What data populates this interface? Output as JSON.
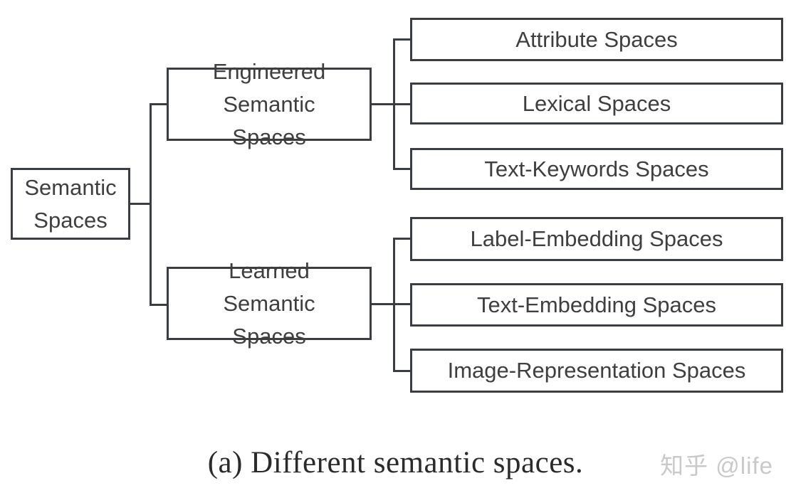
{
  "diagram": {
    "root": "Semantic Spaces",
    "groups": [
      {
        "parent": "Engineered Semantic Spaces",
        "children": [
          "Attribute Spaces",
          "Lexical Spaces",
          "Text-Keywords Spaces"
        ]
      },
      {
        "parent": "Learned Semantic Spaces",
        "children": [
          "Label-Embedding Spaces",
          "Text-Embedding Spaces",
          "Image-Representation Spaces"
        ]
      }
    ]
  },
  "caption": "(a) Different semantic spaces.",
  "watermark": "知乎 @life",
  "colors": {
    "line": "#3a3d42",
    "box_text": "#3f3f3f",
    "caption_text": "#2b2b2b",
    "watermark_text": "#c9c9c9",
    "background": "#ffffff"
  }
}
